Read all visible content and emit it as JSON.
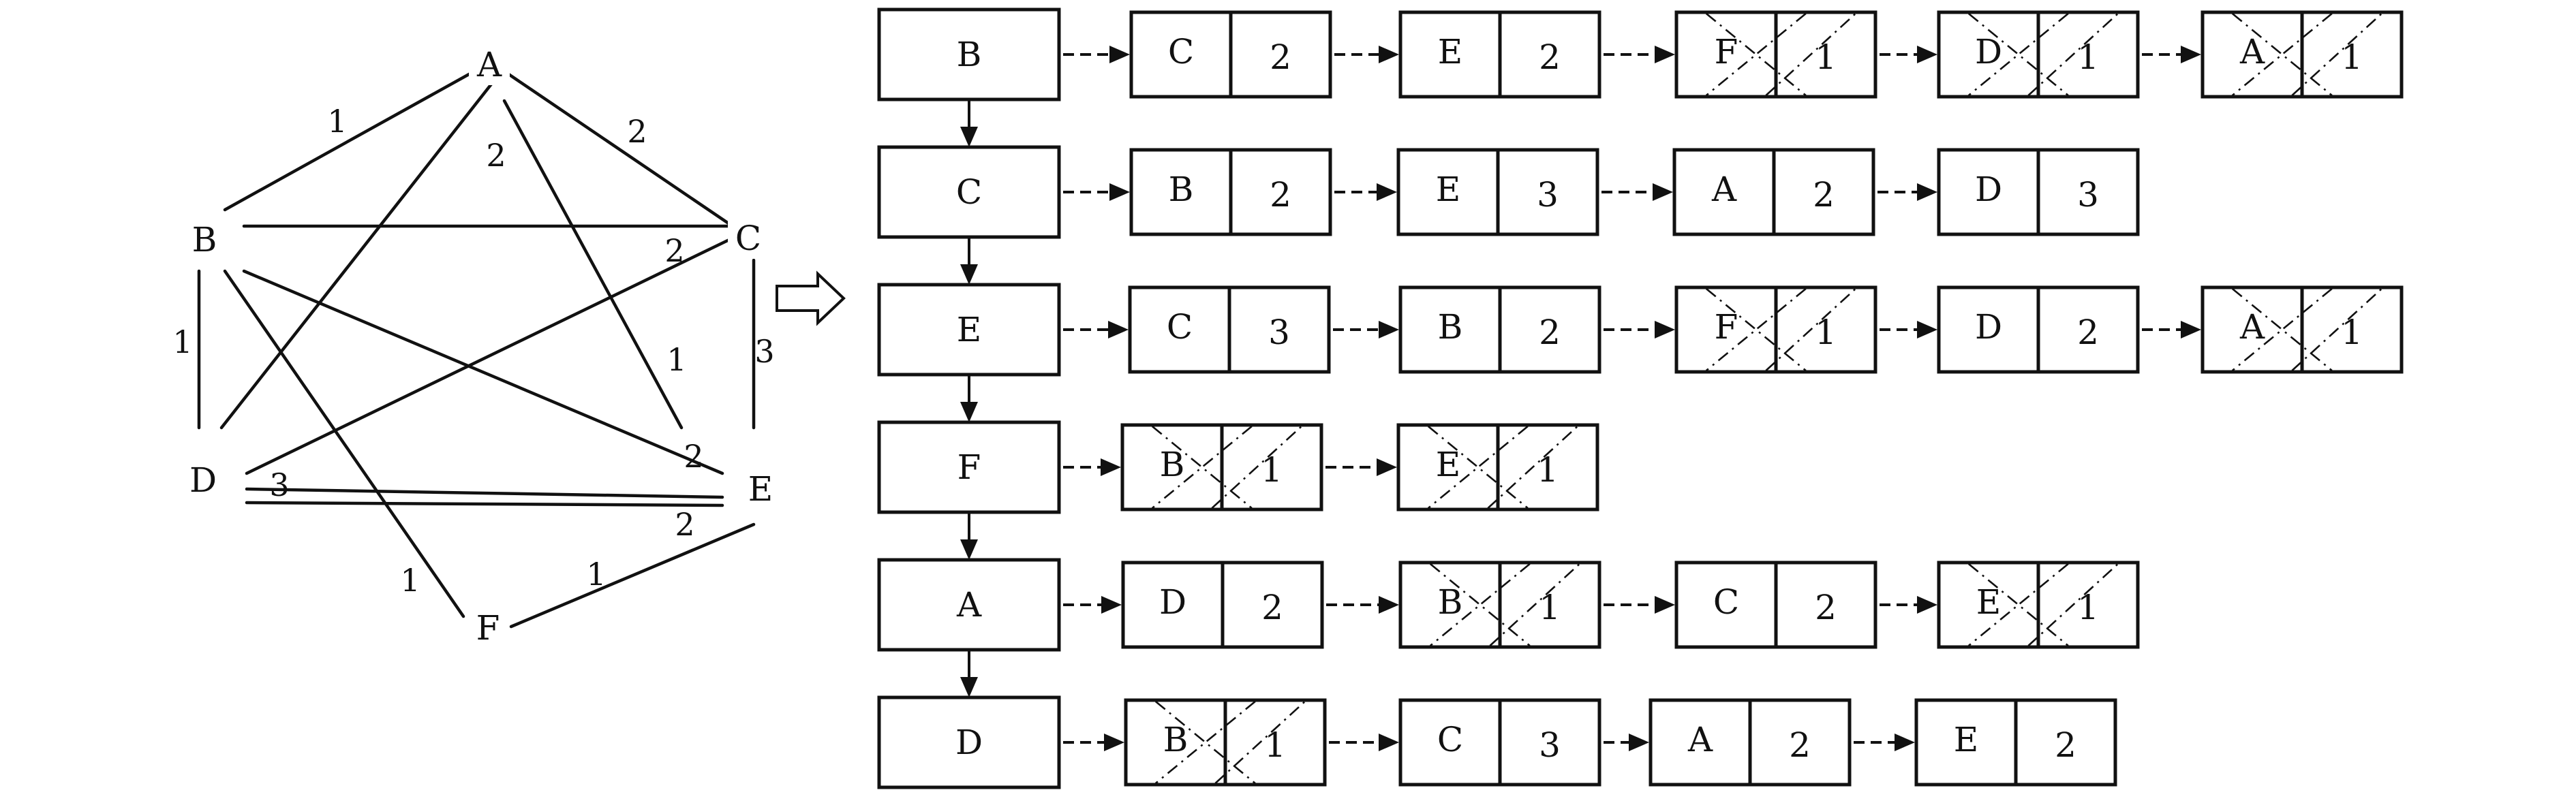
{
  "graph": {
    "nodes": [
      "A",
      "B",
      "C",
      "D",
      "E",
      "F"
    ],
    "edges": [
      {
        "from": "A",
        "to": "B",
        "weight": "1"
      },
      {
        "from": "A",
        "to": "C",
        "weight": "2"
      },
      {
        "from": "A",
        "to": "D",
        "weight": "2"
      },
      {
        "from": "A",
        "to": "E",
        "weight": "1"
      },
      {
        "from": "B",
        "to": "C",
        "weight": "2"
      },
      {
        "from": "B",
        "to": "D",
        "weight": "1"
      },
      {
        "from": "B",
        "to": "E",
        "weight": "2"
      },
      {
        "from": "B",
        "to": "F",
        "weight": "1"
      },
      {
        "from": "C",
        "to": "D",
        "weight": ""
      },
      {
        "from": "C",
        "to": "E",
        "weight": "3"
      },
      {
        "from": "D",
        "to": "E",
        "weight": "3"
      },
      {
        "from": "D",
        "to": "E",
        "weight": "2"
      },
      {
        "from": "E",
        "to": "F",
        "weight": "1"
      }
    ]
  },
  "adjacency": [
    {
      "head": "B",
      "entries": [
        {
          "node": "C",
          "weight": "2",
          "crossed": false
        },
        {
          "node": "E",
          "weight": "2",
          "crossed": false
        },
        {
          "node": "F",
          "weight": "1",
          "crossed": true
        },
        {
          "node": "D",
          "weight": "1",
          "crossed": true
        },
        {
          "node": "A",
          "weight": "1",
          "crossed": true
        }
      ]
    },
    {
      "head": "C",
      "entries": [
        {
          "node": "B",
          "weight": "2",
          "crossed": false
        },
        {
          "node": "E",
          "weight": "3",
          "crossed": false
        },
        {
          "node": "A",
          "weight": "2",
          "crossed": false
        },
        {
          "node": "D",
          "weight": "3",
          "crossed": false
        }
      ]
    },
    {
      "head": "E",
      "entries": [
        {
          "node": "C",
          "weight": "3",
          "crossed": false
        },
        {
          "node": "B",
          "weight": "2",
          "crossed": false
        },
        {
          "node": "F",
          "weight": "1",
          "crossed": true
        },
        {
          "node": "D",
          "weight": "2",
          "crossed": false
        },
        {
          "node": "A",
          "weight": "1",
          "crossed": true
        }
      ]
    },
    {
      "head": "F",
      "entries": [
        {
          "node": "B",
          "weight": "1",
          "crossed": true
        },
        {
          "node": "E",
          "weight": "1",
          "crossed": true
        }
      ]
    },
    {
      "head": "A",
      "entries": [
        {
          "node": "D",
          "weight": "2",
          "crossed": false
        },
        {
          "node": "B",
          "weight": "1",
          "crossed": true
        },
        {
          "node": "C",
          "weight": "2",
          "crossed": false
        },
        {
          "node": "E",
          "weight": "1",
          "crossed": true
        }
      ]
    },
    {
      "head": "D",
      "entries": [
        {
          "node": "B",
          "weight": "1",
          "crossed": true
        },
        {
          "node": "C",
          "weight": "3",
          "crossed": false
        },
        {
          "node": "A",
          "weight": "2",
          "crossed": false
        },
        {
          "node": "E",
          "weight": "2",
          "crossed": false
        }
      ]
    }
  ]
}
